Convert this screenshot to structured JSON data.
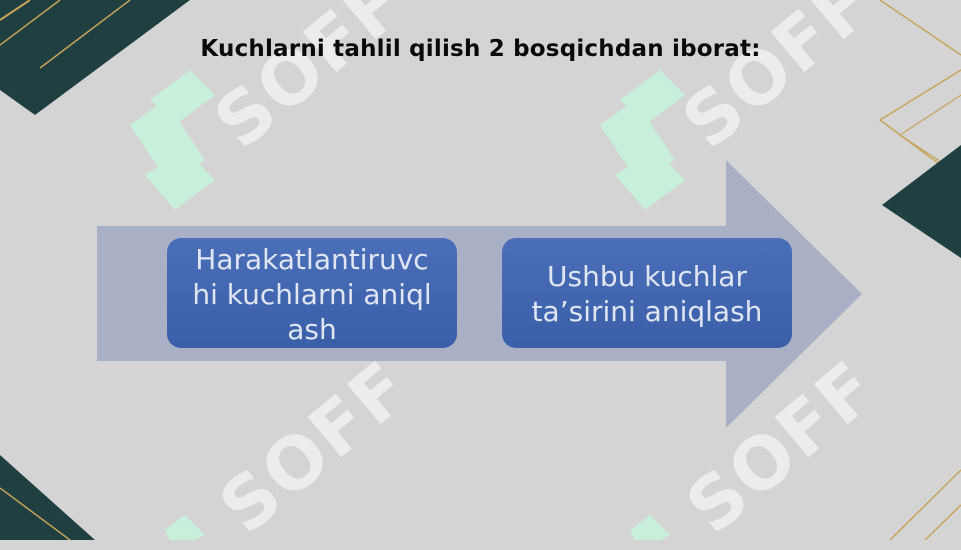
{
  "slide": {
    "title": "Kuchlarni tahlil qilish 2 bosqichdan iborat:",
    "steps": [
      {
        "label": "Harakatlantiruvchi kuchlarni aniqlash"
      },
      {
        "label": "Ushbu kuchlar ta’sirini aniqlash"
      }
    ]
  },
  "watermark": {
    "text": "SOFF"
  },
  "colors": {
    "background": "#d4d4d4",
    "arrow": "#a9b0c6",
    "step_box": "#3f63ad",
    "step_text": "#dfe5f3",
    "corner_teal": "#1f3f40",
    "corner_gold": "#c7a45c",
    "watermark_mint": "#c8efd9"
  }
}
